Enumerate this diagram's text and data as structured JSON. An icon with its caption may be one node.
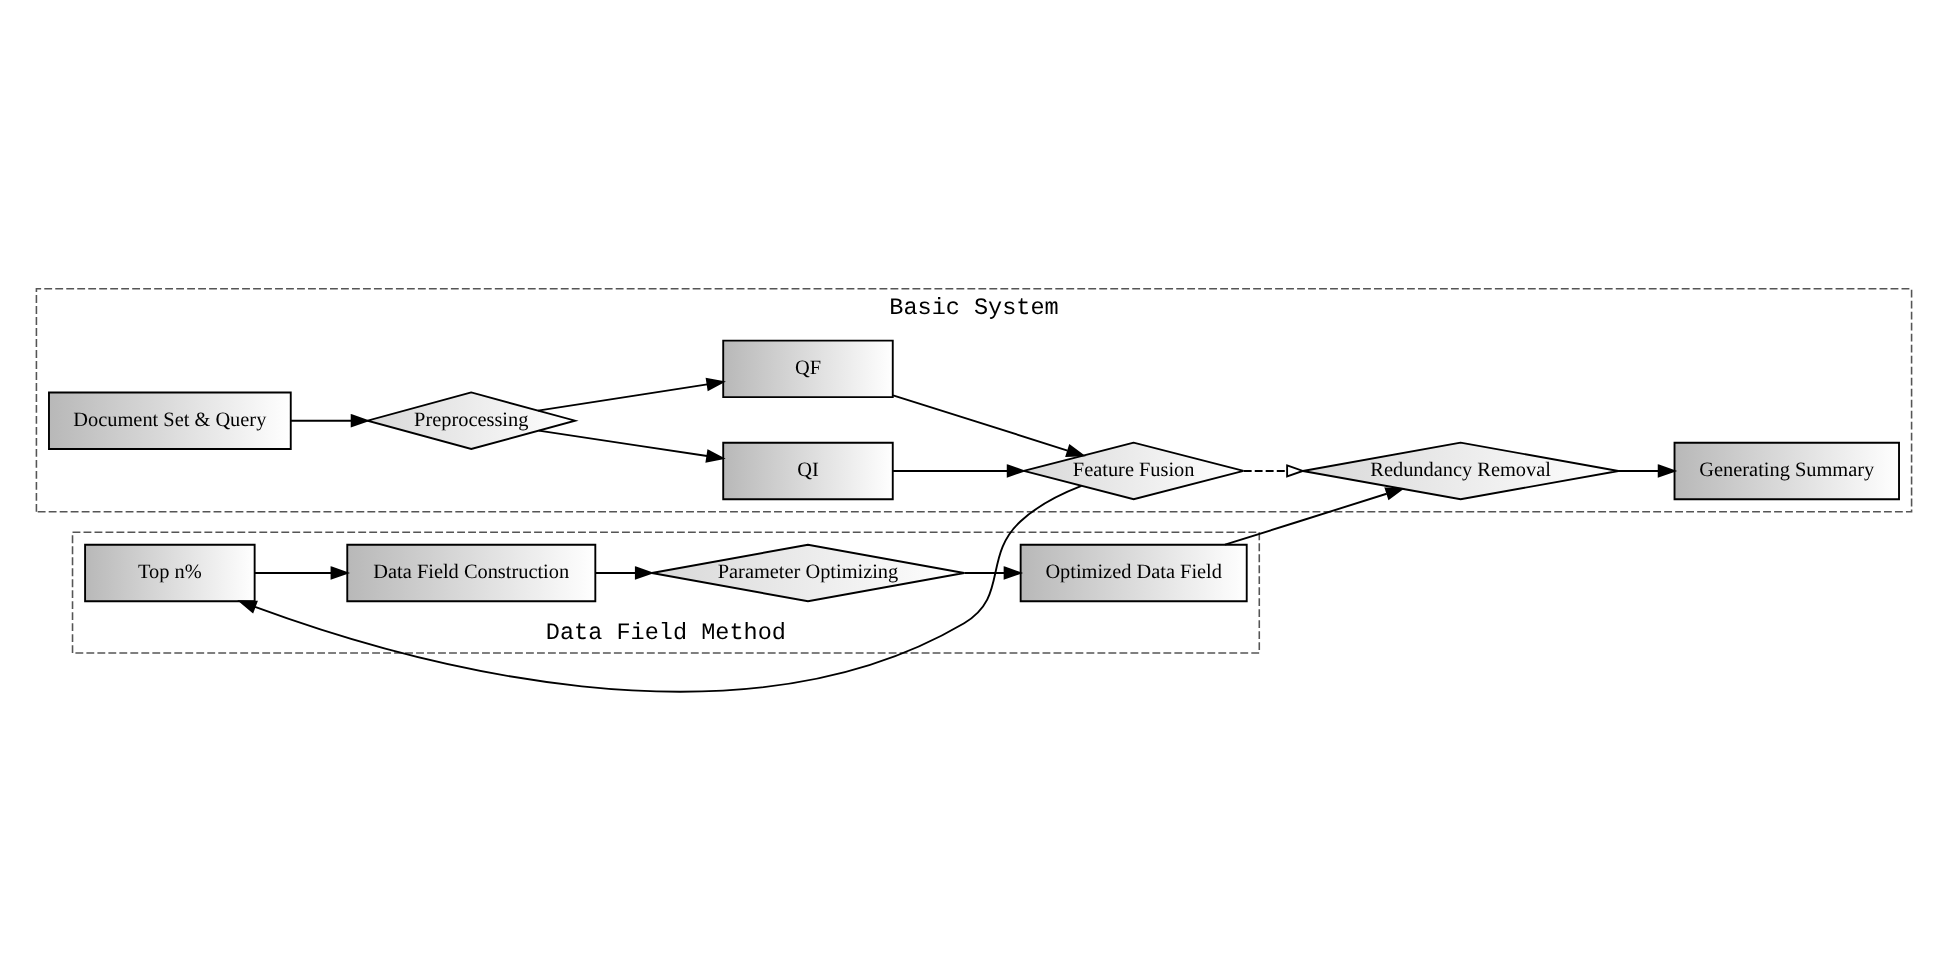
{
  "diagram": {
    "nodes": [
      {
        "text": [
          "Basic System"
        ]
      },
      {
        "text": [
          "Document Set & Query"
        ],
        "in": 0
      },
      {
        "text": [
          "Preprocessing"
        ],
        "in": 0
      },
      {
        "text": [
          "QI"
        ],
        "in": 0
      },
      {
        "text": [
          "QF"
        ],
        "in": 0
      },
      {
        "text": [
          "Feature Fusion"
        ],
        "in": 0
      },
      {
        "text": [
          "Generating Summary"
        ],
        "in": 0
      },
      {
        "text": [
          "Redundancy Removal"
        ],
        "in": 0
      },
      {
        "text": [
          "Data Field Method"
        ]
      },
      {
        "text": [
          "Top n%"
        ],
        "in": 8
      },
      {
        "text": [
          "Data Field Construction"
        ],
        "in": 8
      },
      {
        "text": [
          "Parameter Optimizing"
        ],
        "in": 8
      },
      {
        "text": [
          "Optimized Data Field"
        ],
        "in": 8
      }
    ],
    "edges": [
      {
        "from": 1,
        "to": 2,
        "arrow": "to"
      },
      {
        "from": 2,
        "to": 3,
        "arrow": "to"
      },
      {
        "from": 2,
        "to": 4,
        "arrow": "to"
      },
      {
        "from": 3,
        "to": 5,
        "arrow": "to"
      },
      {
        "from": 4,
        "to": 5,
        "arrow": "to"
      },
      {
        "from": 5,
        "to": 7,
        "arrow": "to",
        "style": "dashed"
      },
      {
        "from": 7,
        "to": 6,
        "arrow": "to"
      },
      {
        "from": 5,
        "to": 9,
        "arrow": "to"
      },
      {
        "from": 9,
        "to": 10,
        "arrow": "to"
      },
      {
        "from": 10,
        "to": 11,
        "arrow": "to"
      },
      {
        "from": 11,
        "to": 12,
        "arrow": "to"
      },
      {
        "from": 12,
        "to": 7,
        "arrow": "to"
      }
    ]
  }
}
